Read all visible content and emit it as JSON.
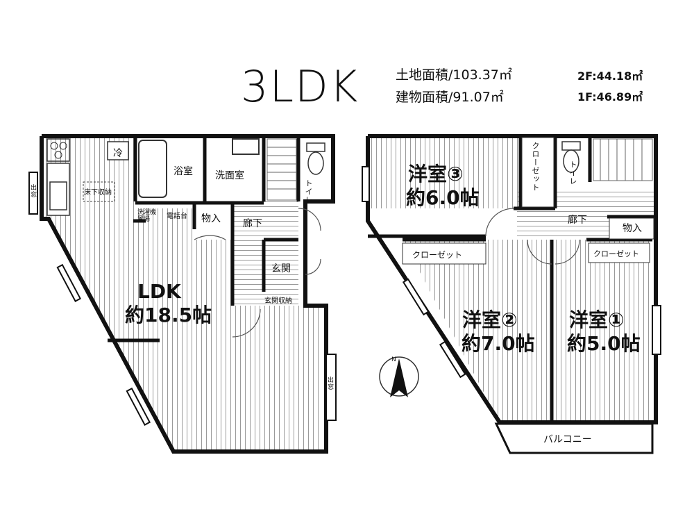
{
  "header": {
    "layout_type": "3LDK",
    "land_area": "土地面積/103.37㎡",
    "building_area": "建物面積/91.07㎡",
    "floor2_area": "2F:44.18㎡",
    "floor1_area": "1F:46.89㎡"
  },
  "floor1": {
    "ldk_name": "LDK",
    "ldk_size": "約18.5帖",
    "fridge": "冷",
    "bath": "浴室",
    "washroom": "洗面室",
    "toilet": "トイレ",
    "underfloor_storage": "床下収納",
    "laundry": "洗濯機置場",
    "phone_stand": "電話台",
    "storage": "物入",
    "hallway": "廊下",
    "entrance": "玄関",
    "entrance_storage": "玄関収納",
    "bay_window_left": "出窓",
    "bay_window_right": "出窓"
  },
  "floor2": {
    "room3_name": "洋室③",
    "room3_size": "約6.0帖",
    "closet_vertical": "クローゼット",
    "toilet": "トイレ",
    "hallway": "廊下",
    "storage": "物入",
    "closet_room2": "クローゼット",
    "closet_room1": "クローゼット",
    "room2_name": "洋室②",
    "room2_size": "約7.0帖",
    "room1_name": "洋室①",
    "room1_size": "約5.0帖",
    "balcony": "バルコニー"
  },
  "compass": {
    "north_label": "N"
  }
}
